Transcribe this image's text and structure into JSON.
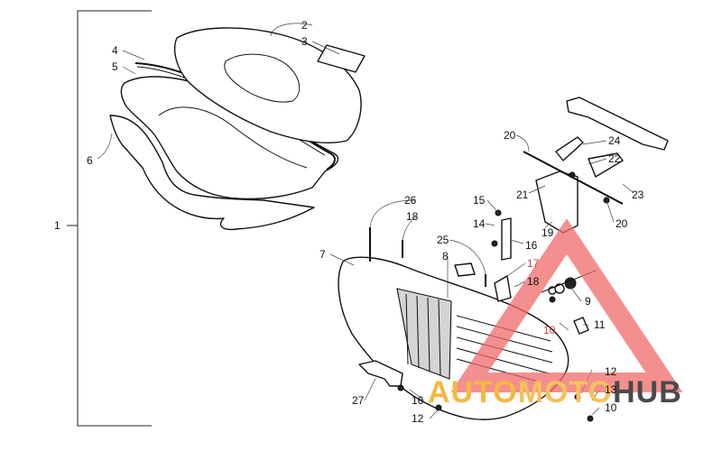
{
  "diagram": {
    "part_numbers": {
      "p1": "1",
      "p2": "2",
      "p3": "3",
      "p4": "4",
      "p5": "5",
      "p6": "6",
      "p7": "7",
      "p8": "8",
      "p9": "9",
      "p10a": "10",
      "p10b": "10",
      "p11": "11",
      "p12a": "12",
      "p12b": "12",
      "p13": "13",
      "p14": "14",
      "p15": "15",
      "p16a": "16",
      "p16b": "16",
      "p17": "17",
      "p18a": "18",
      "p18b": "18",
      "p19": "19",
      "p20a": "20",
      "p20b": "20",
      "p21": "21",
      "p22": "22",
      "p23": "23",
      "p24": "24",
      "p25": "25",
      "p26": "26",
      "p27": "27"
    }
  },
  "watermark": {
    "part1": "AUTO",
    "part2": "MOTO",
    "part3": "HUB",
    "color_part1": "#f5b841",
    "color_part2": "#f5c15a",
    "color_part3": "#4a4a4a",
    "triangle_color": "#f06a6a"
  }
}
